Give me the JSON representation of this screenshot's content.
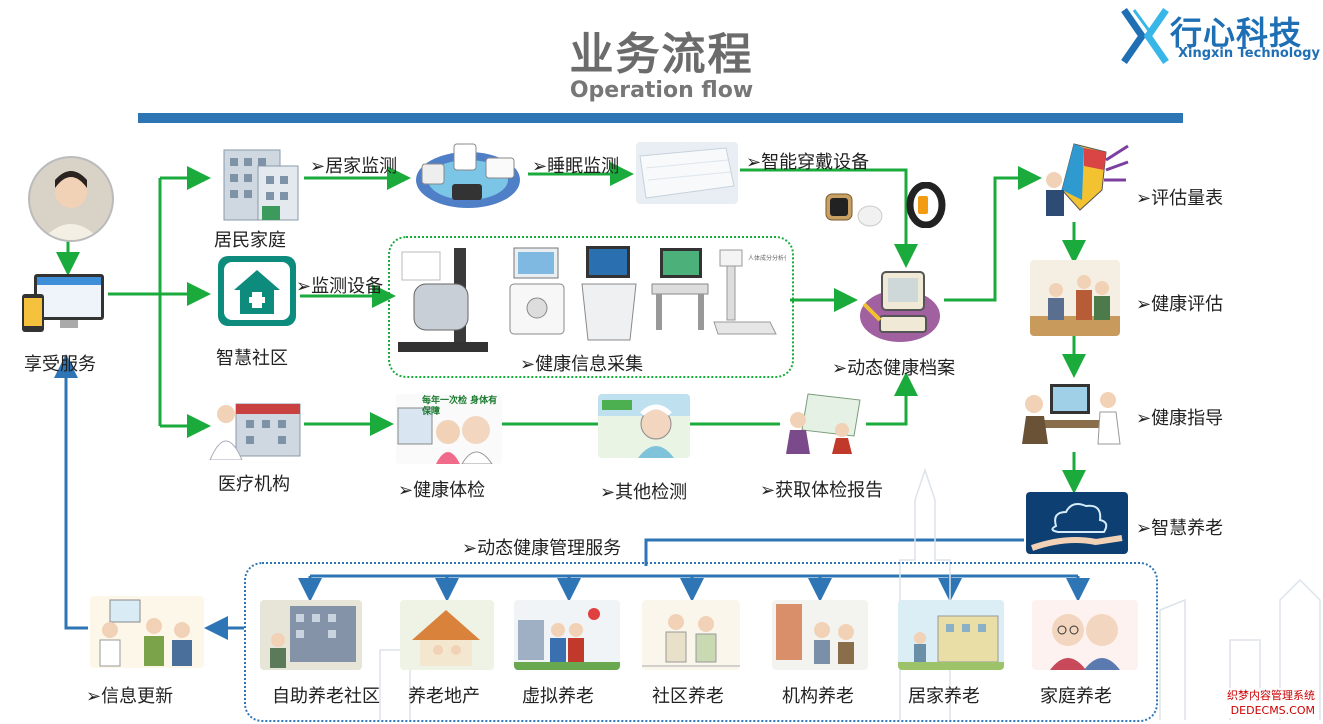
{
  "header": {
    "title": "业务流程",
    "subtitle": "Operation flow"
  },
  "logo": {
    "name": "行心科技",
    "name_en": "Xingxin Technology"
  },
  "left": {
    "use_service": "享受服务",
    "info_update": "➢信息更新"
  },
  "sources": {
    "home": "居民家庭",
    "community": "智慧社区",
    "medical": "医疗机构"
  },
  "row1": {
    "home_monitor": "➢居家监测",
    "sleep_monitor": "➢睡眠监测",
    "wearable": "➢智能穿戴设备"
  },
  "row2": {
    "monitor_devices": "➢监测设备",
    "health_collect": "➢健康信息采集",
    "dynamic_record": "➢动态健康档案"
  },
  "row3": {
    "checkup": "➢健康体检",
    "other_tests": "➢其他检测",
    "get_report": "➢获取体检报告",
    "checkup_sign": "每年一次检 身体有保障"
  },
  "right": {
    "assessment_scale": "➢评估量表",
    "health_eval": "➢健康评估",
    "health_guide": "➢健康指导",
    "smart_elderly": "➢智慧养老"
  },
  "bottom": {
    "mgmt_service": "➢动态健康管理服务",
    "services": [
      "自助养老社区",
      "养老地产",
      "虚拟养老",
      "社区养老",
      "机构养老",
      "居家养老",
      "家庭养老"
    ]
  },
  "watermark": {
    "line1": "织梦内容管理系统",
    "line2": "DEDECMS.COM"
  },
  "colors": {
    "arrow_green": "#1aab3c",
    "arrow_blue": "#2e75b6",
    "bar_blue": "#2e75b6",
    "title_gray": "#6b6b6b"
  }
}
